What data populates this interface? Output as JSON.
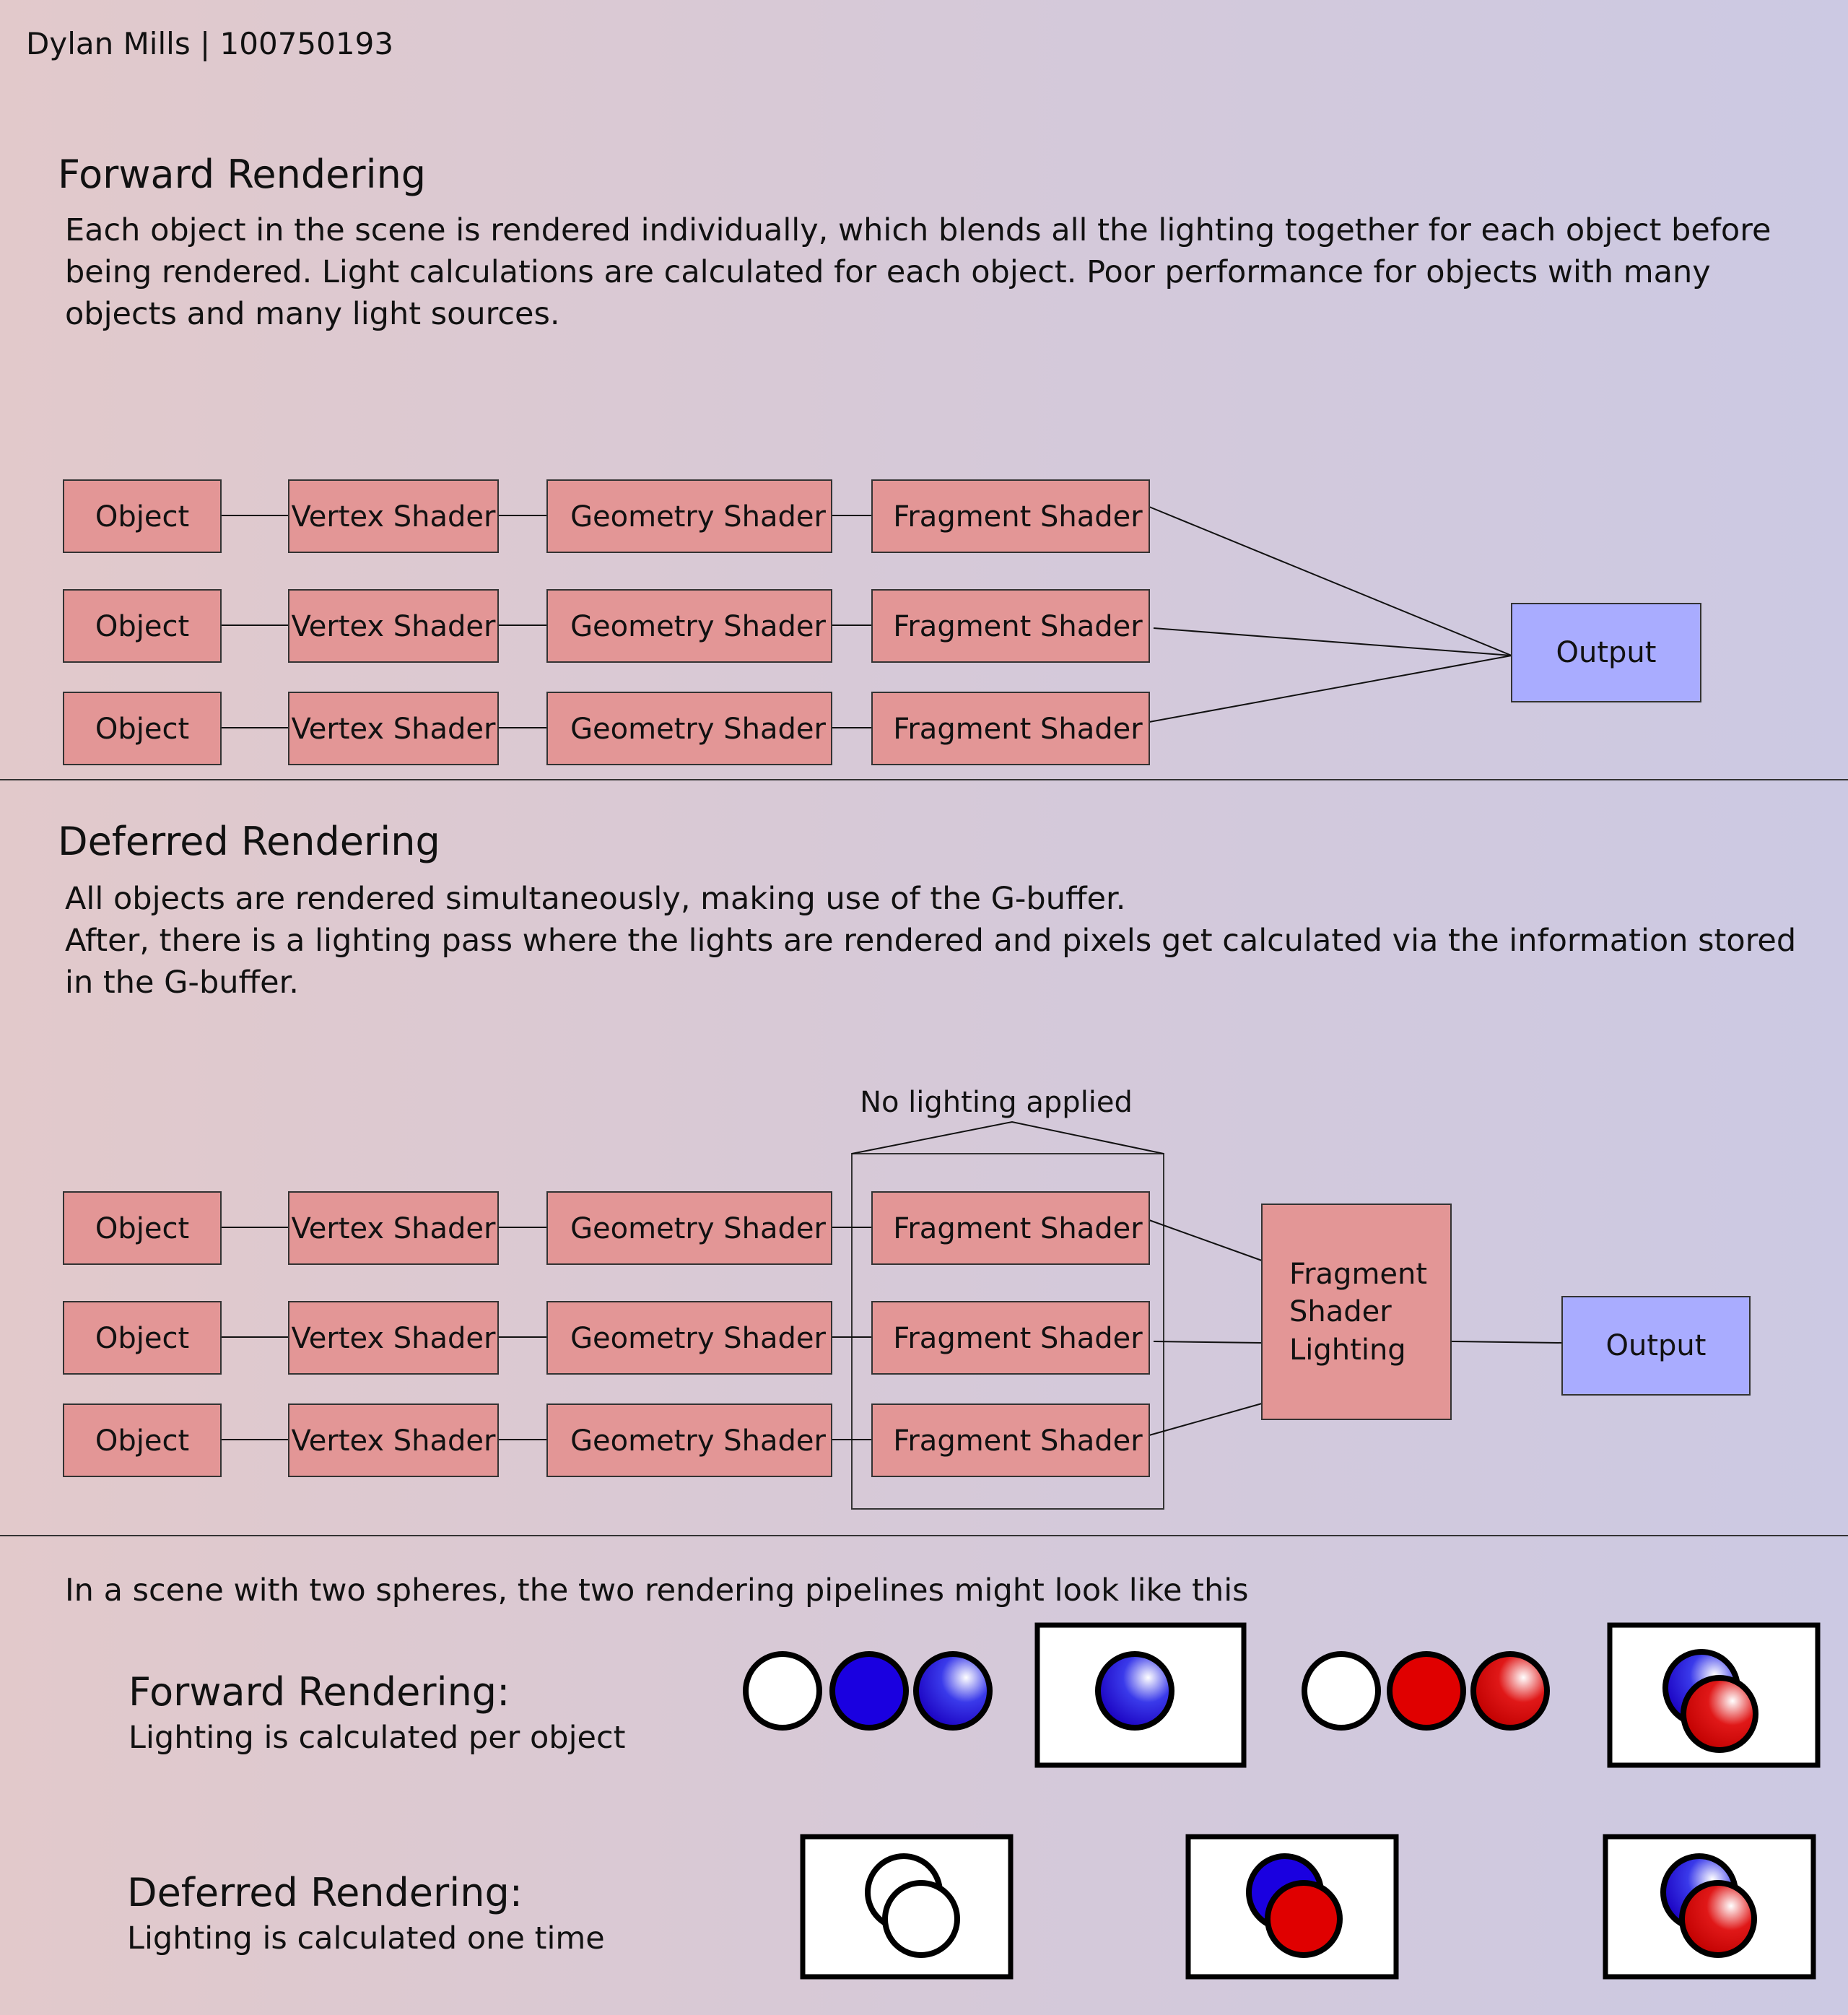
{
  "author": "Dylan Mills | 100750193",
  "forward": {
    "title": "Forward Rendering",
    "description": "Each object in the scene is rendered individually, which blends all the lighting together for each object before being rendered. Light calculations are calculated for each object. Poor performance for objects with many objects and many light sources.",
    "stages": [
      "Object",
      "Vertex Shader",
      "Geometry Shader",
      "Fragment Shader"
    ],
    "output": "Output"
  },
  "deferred": {
    "title": "Deferred Rendering",
    "description_line1": "All objects are rendered simultaneously, making use of the G-buffer.",
    "description_line2": "After, there is a lighting pass where the lights are rendered and pixels get calculated via the information stored in the G-buffer.",
    "stages": [
      "Object",
      "Vertex Shader",
      "Geometry Shader",
      "Fragment Shader"
    ],
    "group_label": "No lighting applied",
    "lighting_box": [
      "Fragment",
      "Shader",
      "Lighting"
    ],
    "output": "Output"
  },
  "comparison": {
    "intro": "In a scene with two spheres, the two rendering pipelines might look like this",
    "forward_title": "Forward Rendering:",
    "forward_sub": "Lighting is calculated per object",
    "deferred_title": "Deferred Rendering:",
    "deferred_sub": "Lighting is calculated one time",
    "colors": {
      "white": "#ffffff",
      "blue": "#1a00e0",
      "red": "#e00000"
    }
  }
}
